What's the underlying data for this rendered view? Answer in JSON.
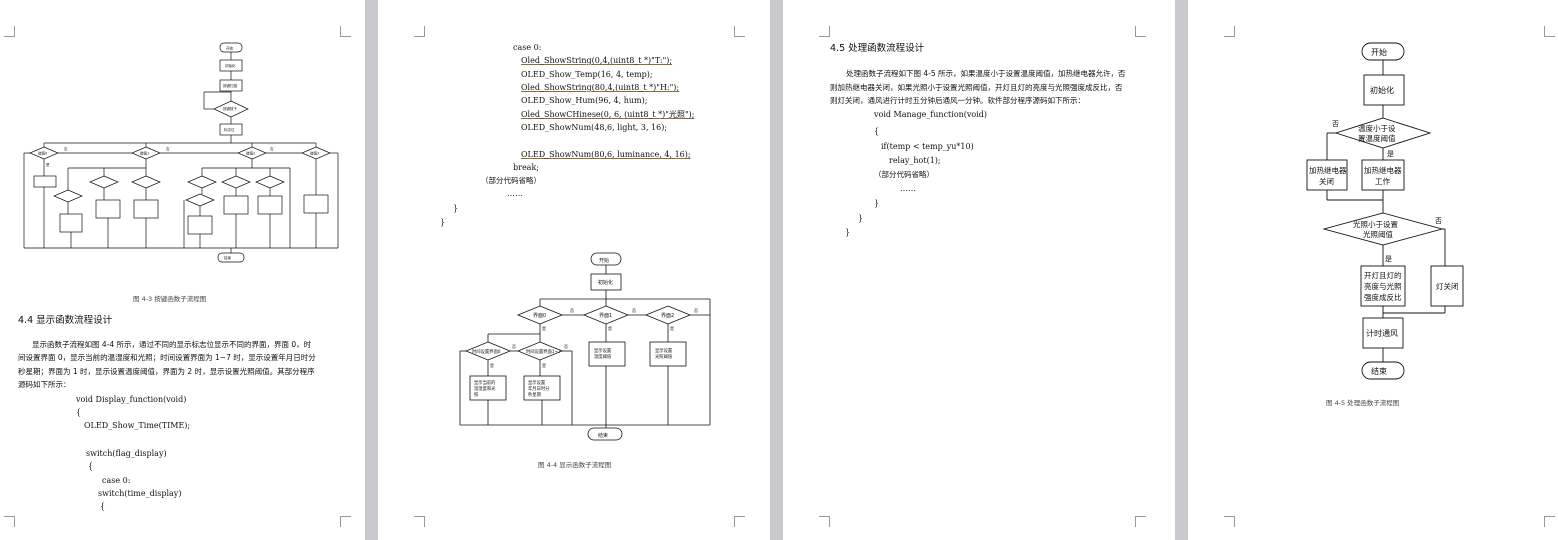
{
  "p1": {
    "flow_mini": {
      "start": "开始",
      "init": "初始化",
      "scan": "按键扫描",
      "key": "按键按下",
      "flag": "标志位",
      "v1": "键值0",
      "v2": "键值1",
      "v3": "键值2",
      "v4": "键值3",
      "yes": "是",
      "no": "否",
      "end": "结束"
    },
    "caption": "图 4-3   按键函数子流程图",
    "heading": "4.4  显示函数流程设计",
    "para": [
      "显示函数子流程如图 4-4 所示，通过不同的显示标志位显示不同的界面，界面 0，时",
      "间设置界面 0，显示当前的温湿度和光照；时间设置界面为 1~7 时，显示设置年月日时分",
      "秒星期；界面为 1 时，显示设置温度阈值，界面为 2 时，显示设置光照阈值。其部分程序",
      "源码如下所示："
    ],
    "code": [
      "void Display_function(void)",
      "{",
      "OLED_Show_Time(TIME);",
      "switch(flag_display)",
      "{",
      "case 0:",
      "switch(time_display)",
      "{"
    ]
  },
  "p2": {
    "code": [
      "case 0:",
      "Oled_ShowString(0,4,(uint8_t *)\"T:\");",
      "OLED_Show_Temp(16, 4, temp);",
      "Oled_ShowString(80,4,(uint8_t *)\"H:\");",
      "OLED_Show_Hum(96, 4, hum);",
      "Oled_ShowCHinese(0, 6, (uint8_t *)\"光照\");",
      "OLED_ShowNum(48,6, light, 3, 16);",
      "OLED_ShowNum(80,6, luminance, 4, 16);",
      "break;",
      "（部分代码省略）",
      "……",
      "}",
      "}"
    ],
    "flow": {
      "start": "开始",
      "init": "初始化",
      "d1": "界面0",
      "d2": "界面1",
      "d3": "界面2",
      "d4": "时间设置界面0",
      "d5": "时间设置界面1~7",
      "b1": [
        "显示当前的",
        "温湿度和光",
        "照"
      ],
      "b2": [
        "显示设置",
        "年月日时分",
        "秒星期"
      ],
      "b3": [
        "显示设置",
        "温度阈值"
      ],
      "b4": [
        "显示设置",
        "光照阈值"
      ],
      "yes": "是",
      "no": "否",
      "end": "结束"
    },
    "caption": "图 4-4   显示函数子流程图"
  },
  "p3": {
    "heading": "4.5  处理函数流程设计",
    "para": [
      "处理函数子流程如下图 4-5 所示，如果温度小于设置温度阈值，加热继电器允许，否",
      "则加热继电器关闭，如果光照小于设置光照阈值，开灯且灯的亮度与光照强度成反比，否",
      "则灯关闭，通风进行计时五分钟后通风一分钟。软件部分程序源码如下所示："
    ],
    "code": [
      "void Manage_function(void)",
      "{",
      "if(temp < temp_yu*10)",
      "relay_hot(1);",
      "（部分代码省略）",
      "……",
      "}",
      "}",
      "}"
    ]
  },
  "p4": {
    "flow": {
      "start": "开始",
      "init": "初始化",
      "d1": [
        "温度小于设",
        "置温度阈值"
      ],
      "l_relay_off": [
        "加热继电器",
        "关闭"
      ],
      "r_relay_on": [
        "加热继电器",
        "工作"
      ],
      "d2": [
        "光照小于设置",
        "光照阈值"
      ],
      "light_on": [
        "开灯且灯的",
        "亮度与光照",
        "强度成反比"
      ],
      "light_off": "灯关闭",
      "vent": "计时通风",
      "end": "结束",
      "yes": "是",
      "no": "否"
    },
    "caption": "图 4-5   处理函数子流程图"
  }
}
